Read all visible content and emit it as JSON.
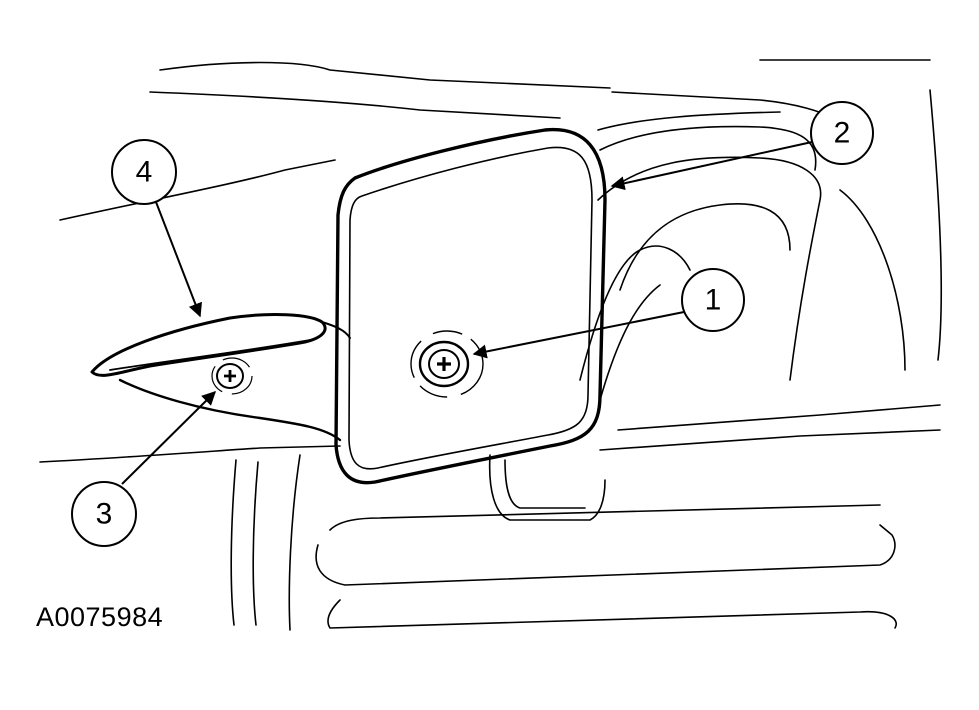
{
  "figure_id": "A0075984",
  "callouts": [
    {
      "label": "1",
      "name": "callout-1"
    },
    {
      "label": "2",
      "name": "callout-2"
    },
    {
      "label": "3",
      "name": "callout-3"
    },
    {
      "label": "4",
      "name": "callout-4"
    }
  ],
  "colors": {
    "ink": "#000000",
    "paper": "#ffffff"
  },
  "icons": [
    "screw-icon",
    "arrow-icon"
  ]
}
